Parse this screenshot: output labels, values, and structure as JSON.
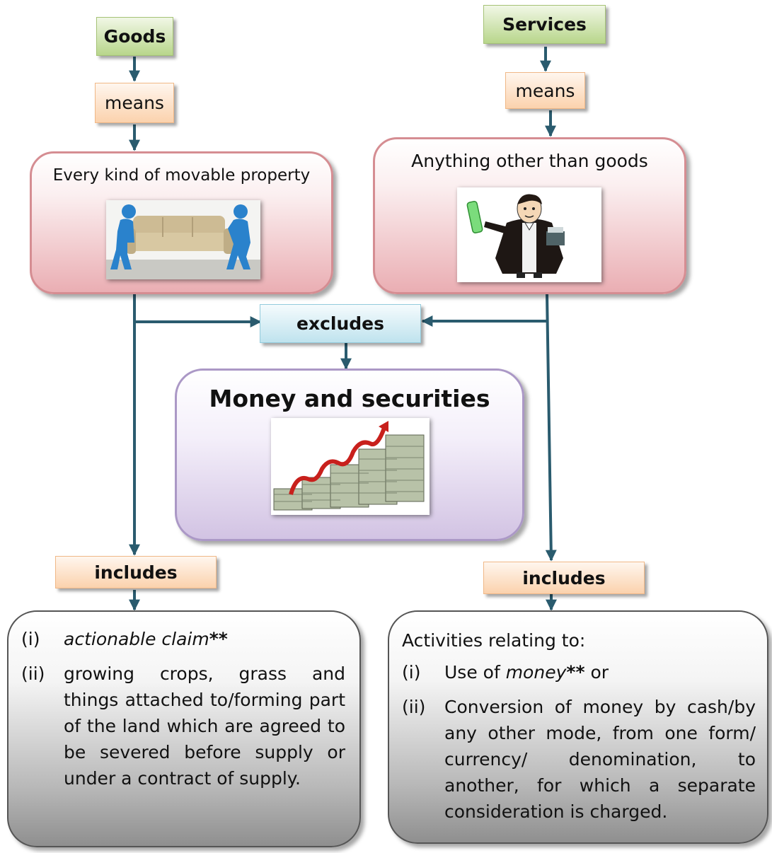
{
  "goods": {
    "title": "Goods",
    "means": "means",
    "definition": "Every kind of movable property",
    "includes": "includes",
    "includes_items": [
      {
        "num": "(i)",
        "text": "actionable claim",
        "mark": "**"
      },
      {
        "num": "(ii)",
        "text": "growing crops, grass and things attached to/forming part of the land which are agreed to be severed before supply or under a contract of supply."
      }
    ]
  },
  "services": {
    "title": "Services",
    "means": "means",
    "definition": "Anything other than goods",
    "includes": "includes",
    "includes_intro": "Activities relating to:",
    "includes_items": [
      {
        "num": "(i)",
        "pre": "Use of ",
        "em": "money",
        "mark": "**",
        "post": " or"
      },
      {
        "num": "(ii)",
        "text": "Conversion of money by cash/by any other mode, from one form/ currency/ denomination, to another, for which a separate consideration is charged."
      }
    ]
  },
  "excludes": {
    "label": "excludes",
    "item": "Money and securities"
  },
  "icons": {
    "goods_image": "people-carrying-sofa-image",
    "services_image": "lawyer-with-certificate-image",
    "money_image": "money-stacks-rising-arrow-image"
  },
  "colors": {
    "connector": "#2a5b6e",
    "header_green": "#b8d68b",
    "means_peach": "#fbd2ad",
    "excludes_blue": "#bfe3ee",
    "definition_pink": "#eaaeb3",
    "money_purple": "#d2c3e3",
    "includes_grey": "#8f8f8f"
  }
}
